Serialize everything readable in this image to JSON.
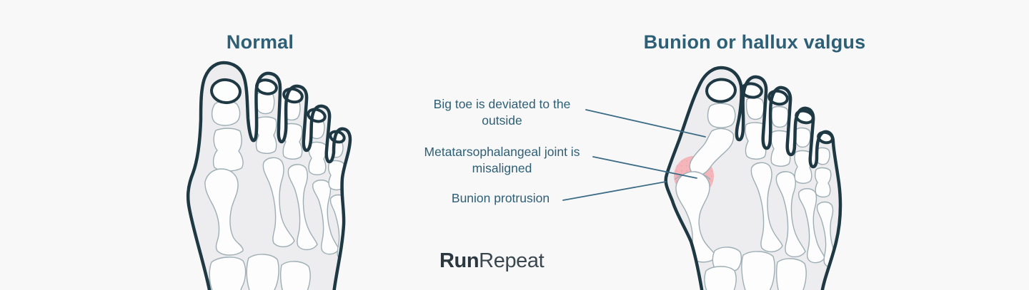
{
  "theme": {
    "background": "#f8f8f9",
    "outline": "#1e3943",
    "bone_line": "#9daeb4",
    "foot_fill": "#ededef",
    "bone_fill": "#fdfdfe",
    "accent_text": "#2d5f76",
    "leader_line": "#3c6c85",
    "bunion_pink": "#f4b6bb",
    "bunion_dot": "#e9a0ab",
    "logo_color": "#2b3840"
  },
  "titles": {
    "left": "Normal",
    "right": "Bunion or hallux valgus"
  },
  "annotations": [
    {
      "text": "Big toe is deviated to the outside"
    },
    {
      "text": "Metatarsophalangeal joint is misaligned"
    },
    {
      "text": "Bunion protrusion"
    }
  ],
  "logo": {
    "bold": "Run",
    "light": "Repeat"
  }
}
